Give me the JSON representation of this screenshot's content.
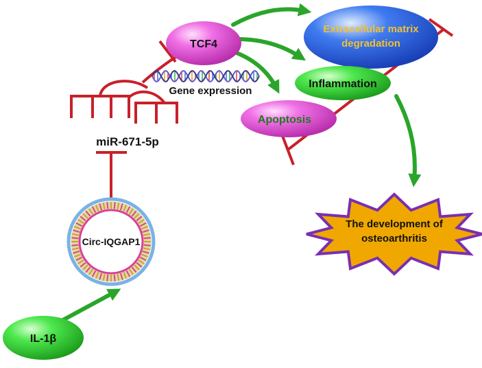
{
  "nodes": {
    "il1b": "IL-1β",
    "circ": "Circ-IQGAP1",
    "mir": "miR-671-5p",
    "tcf4": "TCF4",
    "gene": "Gene expression",
    "ecm_line1": "Extracellular matrix",
    "ecm_line2": "degradation",
    "inflammation": "Inflammation",
    "apoptosis": "Apoptosis",
    "oa_line1": "The development of",
    "oa_line2": "osteoarthritis"
  },
  "colors": {
    "activation": "#2aa52a",
    "inhibition": "#c8202a",
    "green_node": "#2fd12f",
    "magenta_node": "#ee55dd",
    "blue_node": "#2a5de0",
    "ecm_text": "#f0c030",
    "burst_fill": "#f0a800",
    "burst_stroke": "#7a2fb0"
  }
}
